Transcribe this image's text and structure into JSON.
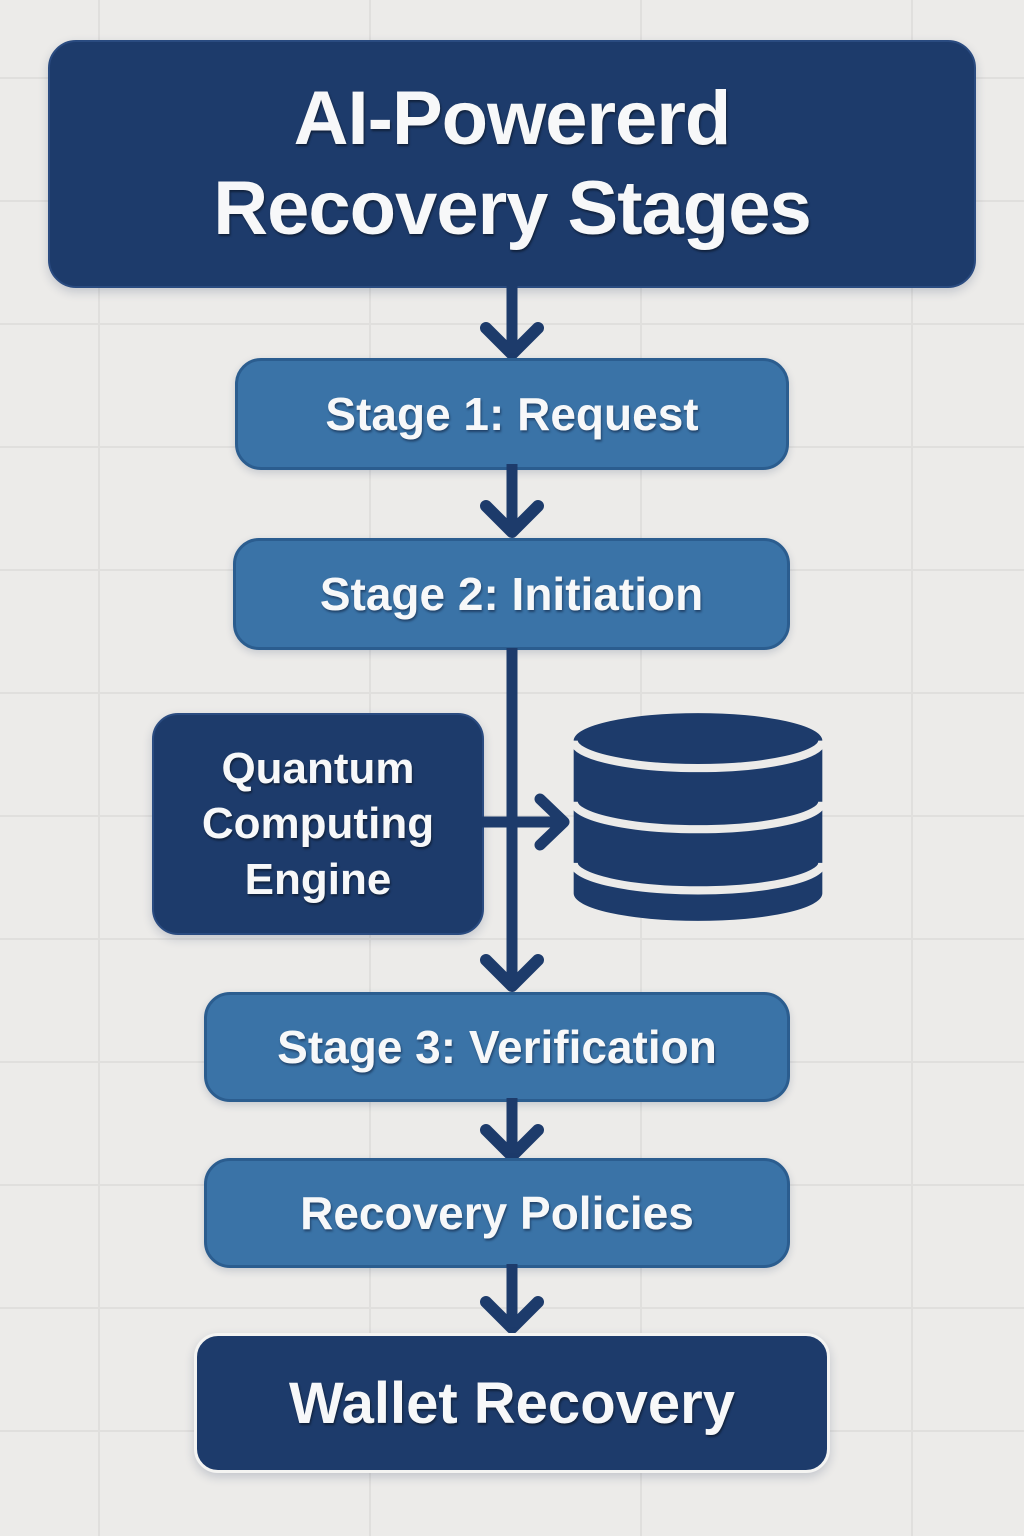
{
  "meta": {
    "page_type": "flowchart-infographic"
  },
  "colors": {
    "background": "#ecebe9",
    "grid_line": "#e0dfdd",
    "navy": "#1d3b6b",
    "blue": "#3a73a7",
    "blue_border": "#2b5d8f",
    "text_light": "#f7f8f9"
  },
  "diagram": {
    "title": {
      "label": "AI-Powererd Recovery Stages",
      "line1": "AI-Powererd",
      "line2": "Recovery Stages"
    },
    "stage1": {
      "label": "Stage 1: Request"
    },
    "stage2": {
      "label": "Stage 2: Initiation"
    },
    "quantum": {
      "label": "Quantum Computing Engine"
    },
    "database": {
      "icon": "database-cylinder-icon"
    },
    "stage3": {
      "label": "Stage 3: Verification"
    },
    "policies": {
      "label": "Recovery Policies"
    },
    "wallet": {
      "label": "Wallet Recovery"
    }
  }
}
